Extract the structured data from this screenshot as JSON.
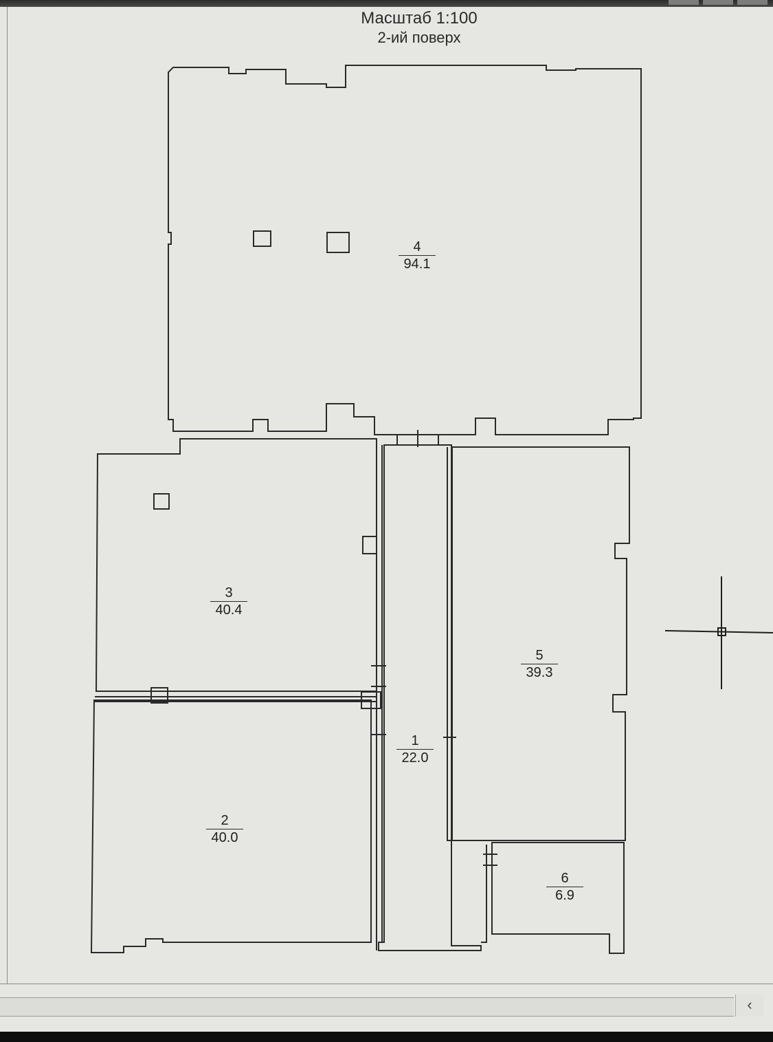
{
  "window": {
    "scale_label": "Масштаб 1:100",
    "floor_label": "2-ий поверх"
  },
  "rooms": [
    {
      "number": "1",
      "area": "22.0"
    },
    {
      "number": "2",
      "area": "40.0"
    },
    {
      "number": "3",
      "area": "40.4"
    },
    {
      "number": "4",
      "area": "94.1"
    },
    {
      "number": "5",
      "area": "39.3"
    },
    {
      "number": "6",
      "area": "6.9"
    }
  ],
  "scrollbar": {
    "left_arrow": "‹"
  },
  "colors": {
    "background": "#e6e7e3",
    "wall": "#2a2a2a"
  }
}
